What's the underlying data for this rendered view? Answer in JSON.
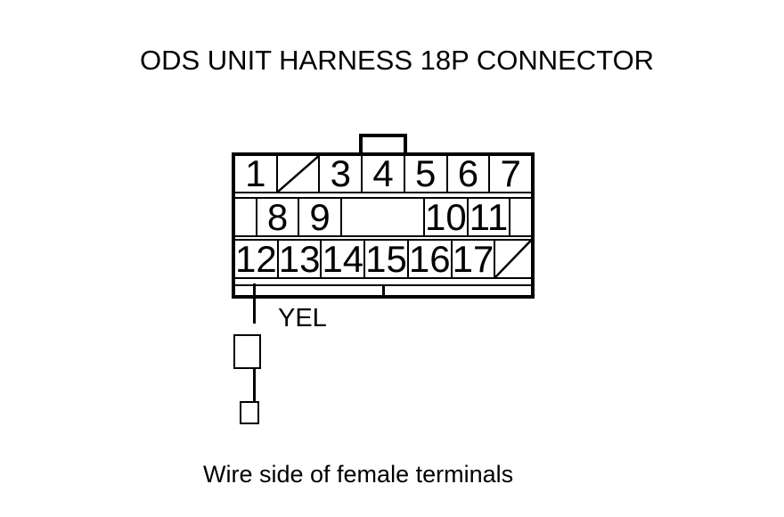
{
  "title": "ODS UNIT HARNESS 18P CONNECTOR",
  "caption": "Wire side of female terminals",
  "wire": {
    "color_code": "YEL",
    "attached_pin": "12"
  },
  "connector": {
    "pin_count_label": "18P",
    "pins": {
      "row1": [
        "1",
        "",
        "3",
        "4",
        "5",
        "6",
        "7"
      ],
      "row2": [
        "",
        "8",
        "9",
        "",
        "10",
        "11",
        ""
      ],
      "row3": [
        "12",
        "13",
        "14",
        "15",
        "16",
        "17",
        ""
      ]
    }
  },
  "colors": {
    "line": "#000000",
    "background": "#ffffff"
  }
}
